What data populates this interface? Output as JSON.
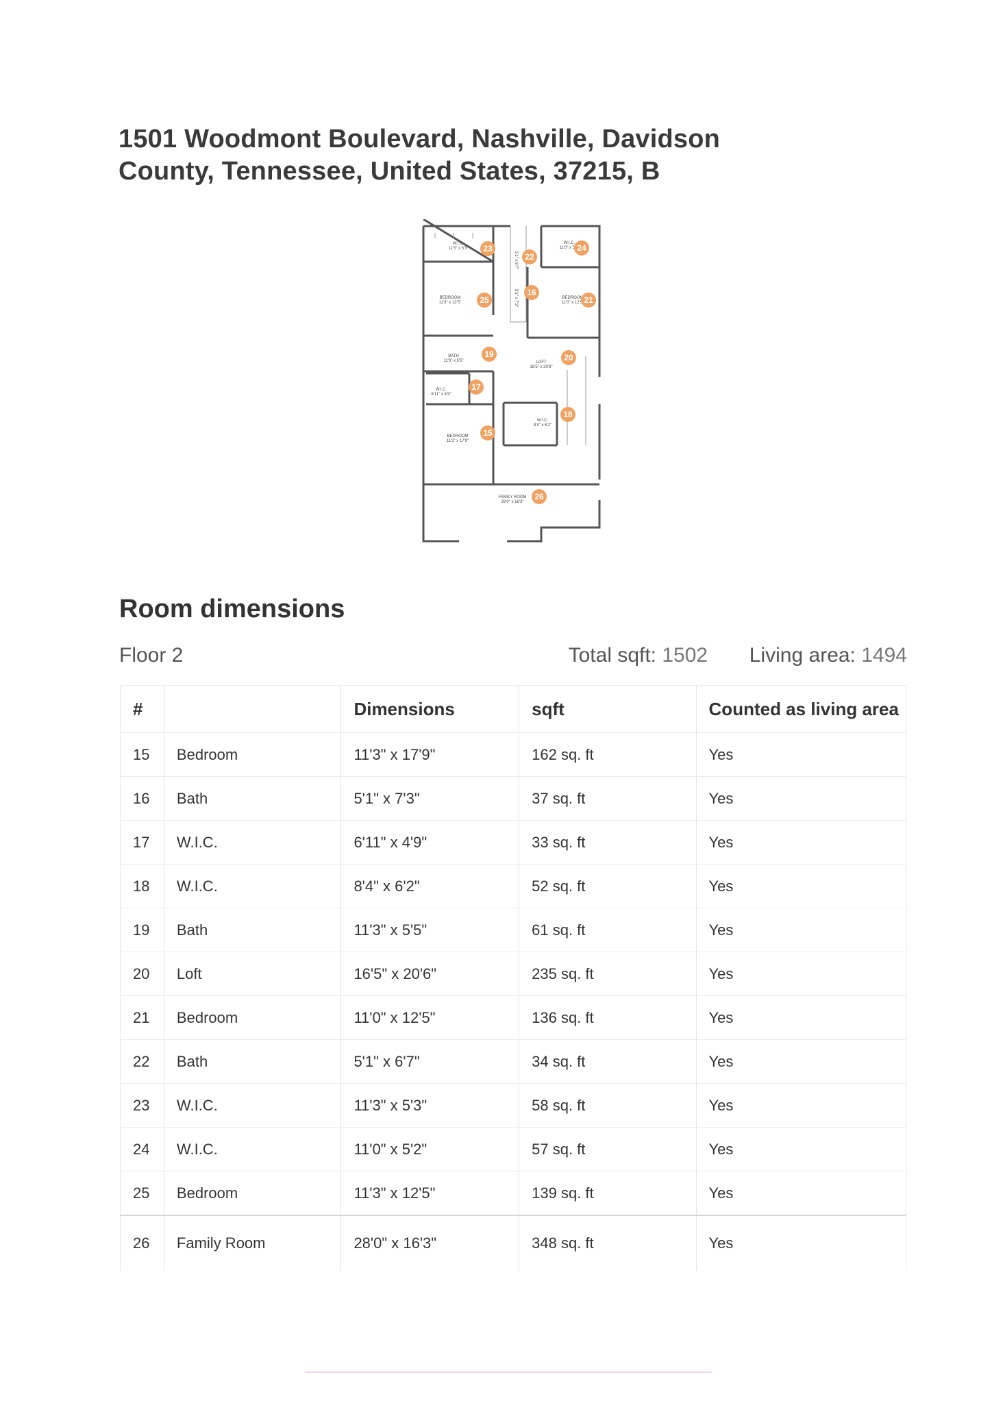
{
  "address": {
    "line1": "1501 Woodmont Boulevard, Nashville, Davidson",
    "line2": "County, Tennessee, United States, 37215, B"
  },
  "floorplan": {
    "rooms": [
      {
        "num": "23",
        "name": "W.I.C.",
        "dims": "11'3\" x 5'3\""
      },
      {
        "num": "22",
        "name": "",
        "dims": ""
      },
      {
        "num": "24",
        "name": "W.I.C.",
        "dims": "11'0\" x 5'2\""
      },
      {
        "num": "25",
        "name": "BEDROOM",
        "dims": "11'3\" x 12'5\""
      },
      {
        "num": "16",
        "name": "",
        "dims": ""
      },
      {
        "num": "21",
        "name": "BEDROOM",
        "dims": "11'0\" x 12'5\""
      },
      {
        "num": "19",
        "name": "BATH",
        "dims": "11'3\" x 5'5\""
      },
      {
        "num": "20",
        "name": "LOFT",
        "dims": "16'5\" x 20'6\""
      },
      {
        "num": "17",
        "name": "W.I.C.",
        "dims": "6'11\" x 4'9\""
      },
      {
        "num": "18",
        "name": "W.I.C.",
        "dims": "8'4\" x 6'2\""
      },
      {
        "num": "15",
        "name": "BEDROOM",
        "dims": "11'3\" x 17'9\""
      },
      {
        "num": "26",
        "name": "FAMILY ROOM",
        "dims": "28'0\" x 16'3\""
      }
    ],
    "vertical_dims": [
      "5'1\" x 6'7\"",
      "5'1\" x 7'3\""
    ]
  },
  "section_title": "Room dimensions",
  "floor_label": "Floor 2",
  "totals": {
    "sqft_label": "Total sqft:",
    "sqft_value": "1502",
    "living_label": "Living area:",
    "living_value": "1494"
  },
  "table": {
    "headers": [
      "#",
      "",
      "Dimensions",
      "sqft",
      "Counted as living area"
    ],
    "rows": [
      [
        "15",
        "Bedroom",
        "11'3\" x 17'9\"",
        "162 sq. ft",
        "Yes"
      ],
      [
        "16",
        "Bath",
        "5'1\" x 7'3\"",
        "37 sq. ft",
        "Yes"
      ],
      [
        "17",
        "W.I.C.",
        "6'11\" x 4'9\"",
        "33 sq. ft",
        "Yes"
      ],
      [
        "18",
        "W.I.C.",
        "8'4\" x 6'2\"",
        "52 sq. ft",
        "Yes"
      ],
      [
        "19",
        "Bath",
        "11'3\" x 5'5\"",
        "61 sq. ft",
        "Yes"
      ],
      [
        "20",
        "Loft",
        "16'5\" x 20'6\"",
        "235 sq. ft",
        "Yes"
      ],
      [
        "21",
        "Bedroom",
        "11'0\" x 12'5\"",
        "136 sq. ft",
        "Yes"
      ],
      [
        "22",
        "Bath",
        "5'1\" x 6'7\"",
        "34 sq. ft",
        "Yes"
      ],
      [
        "23",
        "W.I.C.",
        "11'3\" x 5'3\"",
        "58 sq. ft",
        "Yes"
      ],
      [
        "24",
        "W.I.C.",
        "11'0\" x 5'2\"",
        "57 sq. ft",
        "Yes"
      ],
      [
        "25",
        "Bedroom",
        "11'3\" x 12'5\"",
        "139 sq. ft",
        "Yes"
      ],
      [
        "26",
        "Family Room",
        "28'0\" x 16'3\"",
        "348 sq. ft",
        "Yes"
      ]
    ]
  },
  "colors": {
    "marker": "#f0a262",
    "wall": "#555555",
    "text": "#333333"
  }
}
